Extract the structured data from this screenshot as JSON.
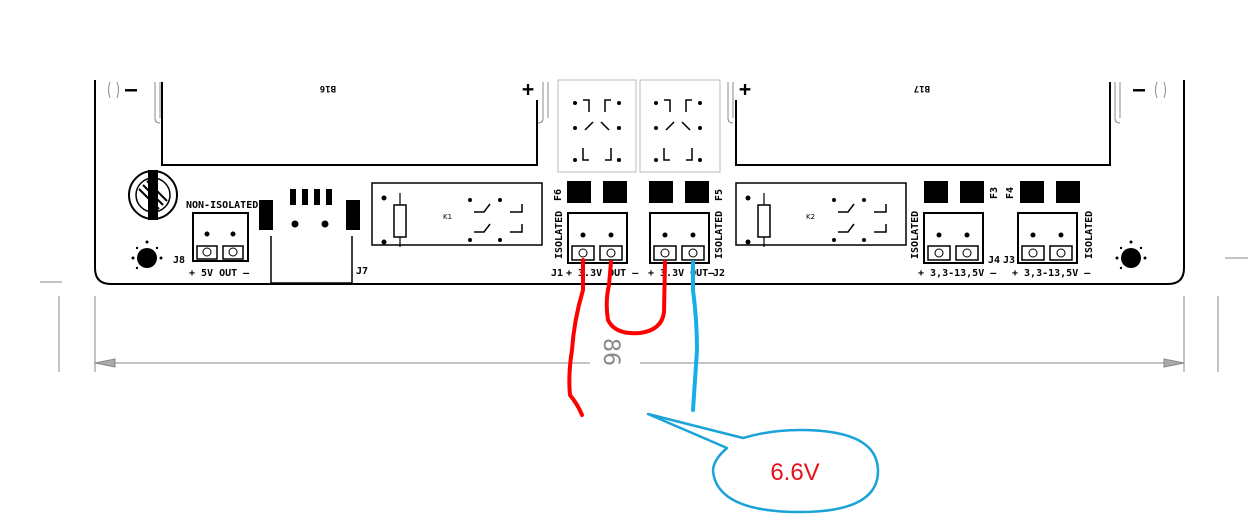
{
  "board": {
    "battery_left": "B16",
    "battery_right": "B17",
    "relay_left": "K1",
    "relay_right": "K2",
    "pol_minus": "–",
    "pol_plus": "+",
    "non_isolated": "NON-ISOLATED",
    "isolated": "ISOLATED",
    "j8": "J8",
    "j7": "J7",
    "j1": "J1",
    "j2": "J2",
    "j3": "J3",
    "j4": "J4",
    "f3": "F3",
    "f4": "F4",
    "f5": "F5",
    "f6": "F6",
    "out_j8": "+ 5V OUT –",
    "out_j1": "+ 3.3V OUT –",
    "out_j2": "+ 3.3V OUT–",
    "out_j4": "+ 3,3-13,5V –",
    "out_j3": "+ 3,3-13,5V –",
    "dimension": "86"
  },
  "annotation": {
    "callout_text": "6.6V",
    "callout_text_color": "#e8101a",
    "callout_border_color": "#1aa3d8",
    "wire_positive_color": "#ff0000",
    "wire_negative_color": "#16aee8"
  }
}
